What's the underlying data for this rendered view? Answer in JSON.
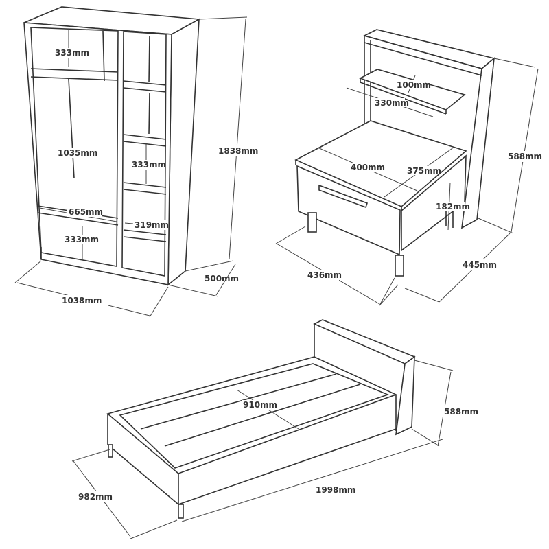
{
  "wardrobe": {
    "top_shelf_height": "333mm",
    "hanging_height": "1035mm",
    "side_shelf_height": "333mm",
    "inner_width": "665mm",
    "side_width": "319mm",
    "bottom_shelf_height": "333mm",
    "total_height": "1838mm",
    "depth": "500mm",
    "width": "1038mm"
  },
  "nightstand": {
    "shelf_depth": "100mm",
    "shelf_width": "330mm",
    "top_width": "400mm",
    "top_depth": "375mm",
    "drawer_height": "182mm",
    "height": "588mm",
    "width": "436mm",
    "depth": "445mm"
  },
  "bed": {
    "inner_width": "910mm",
    "headboard_height": "588mm",
    "width": "982mm",
    "length": "1998mm"
  },
  "colors": {
    "line": "#333333",
    "background": "#ffffff"
  }
}
